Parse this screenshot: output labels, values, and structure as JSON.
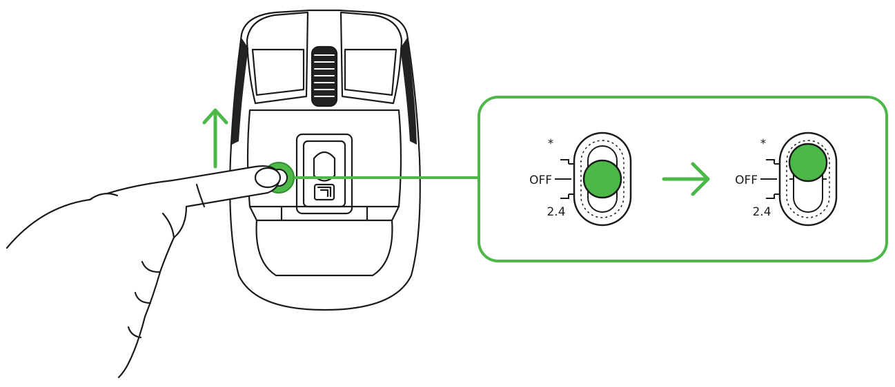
{
  "colors": {
    "accent_green": "#4cb848",
    "stroke": "#1a1a1a",
    "background": "#ffffff",
    "dark_panel": "#222222"
  },
  "icons": {
    "up_arrow": "arrow-up-icon",
    "right_arrow": "arrow-right-icon",
    "bluetooth": "bluetooth-icon"
  },
  "switch_before": {
    "label_bluetooth": "*",
    "label_off": "OFF",
    "label_24": "2.4",
    "position": "OFF"
  },
  "switch_after": {
    "label_bluetooth": "*",
    "label_off": "OFF",
    "label_24": "2.4",
    "position": "Bluetooth"
  }
}
